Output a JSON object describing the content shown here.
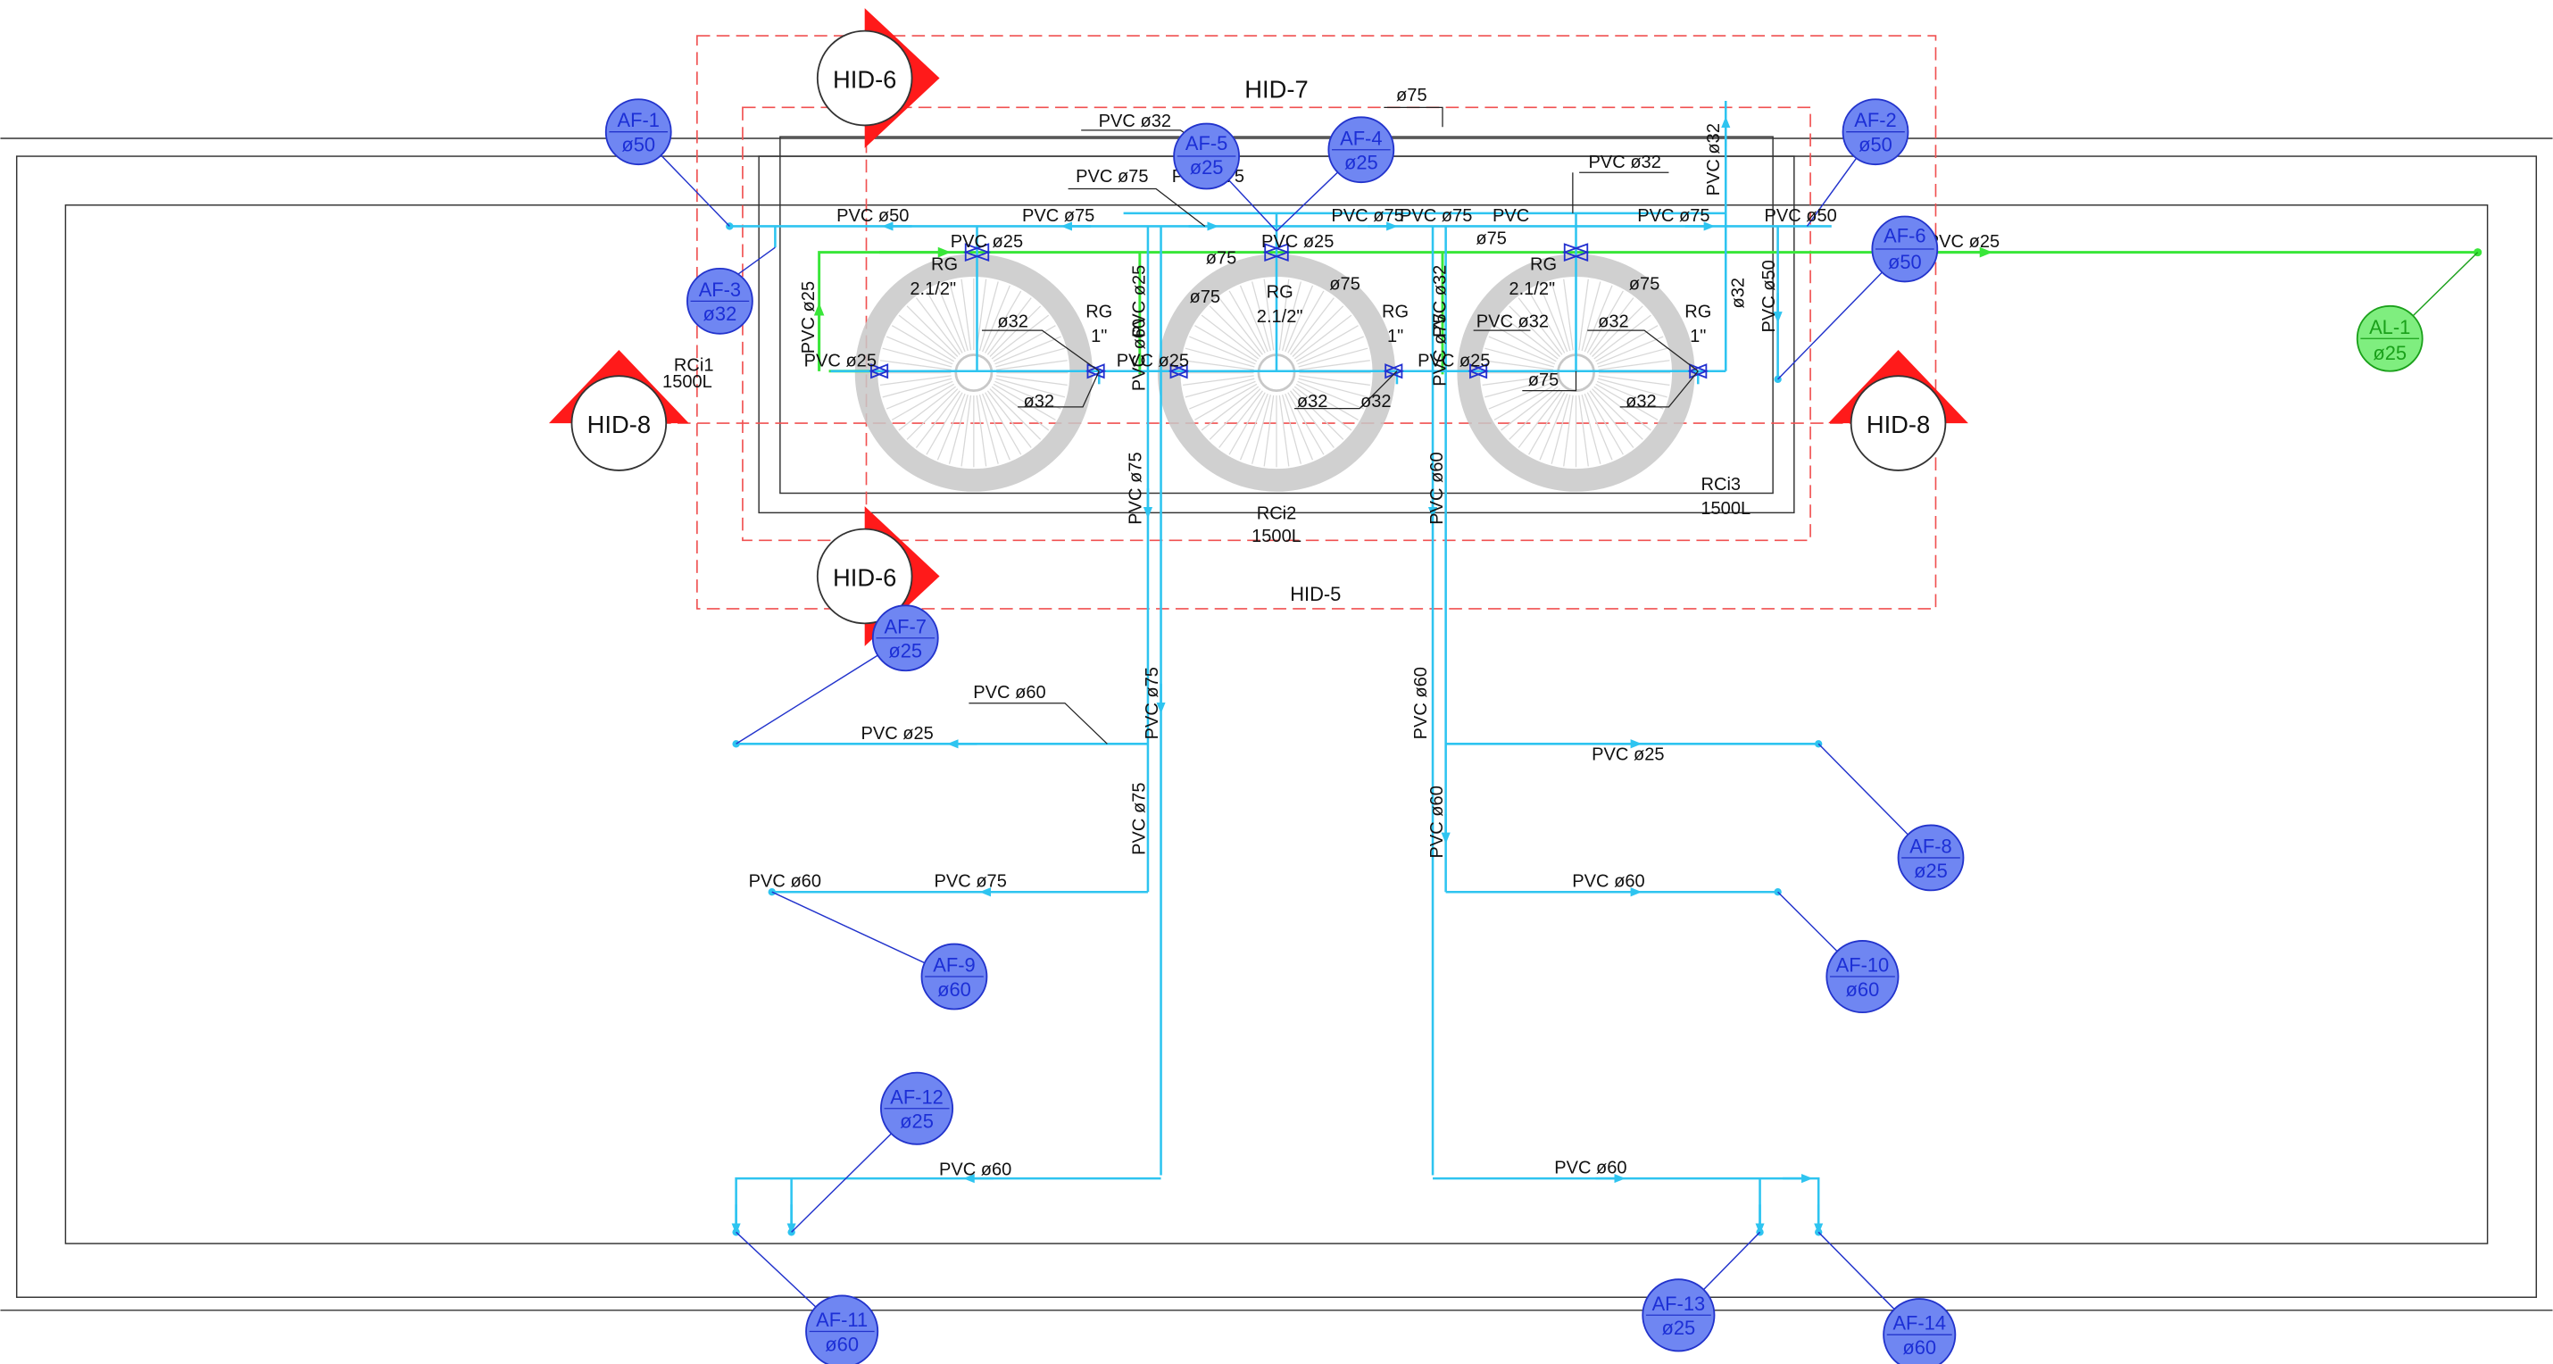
{
  "colors": {
    "pipe_cold": "#2ec4f0",
    "pipe_supply": "#39e639",
    "tag_blue_fill": "#6f86f2",
    "tag_blue_text": "#1c2fd6",
    "tag_green_fill": "#7fee7f",
    "tag_green_text": "#1aa01a",
    "section_mark": "#ff1a1a",
    "outline": "#333333",
    "dashed_zone": "#f05050",
    "fitting": "#2230d0",
    "tank": "#c8c8c8"
  },
  "icons": {
    "section_marker": "triangle-flag-icon",
    "valve": "valve-icon",
    "riser": "pipe-riser-icon"
  },
  "tags": [
    {
      "id": "AF-1",
      "dia": "ø50",
      "kind": "blue"
    },
    {
      "id": "AF-2",
      "dia": "ø50",
      "kind": "blue"
    },
    {
      "id": "AF-3",
      "dia": "ø32",
      "kind": "blue"
    },
    {
      "id": "AF-4",
      "dia": "ø25",
      "kind": "blue"
    },
    {
      "id": "AF-5",
      "dia": "ø25",
      "kind": "blue"
    },
    {
      "id": "AF-6",
      "dia": "ø50",
      "kind": "blue"
    },
    {
      "id": "AF-7",
      "dia": "ø25",
      "kind": "blue"
    },
    {
      "id": "AF-8",
      "dia": "ø25",
      "kind": "blue"
    },
    {
      "id": "AF-9",
      "dia": "ø60",
      "kind": "blue"
    },
    {
      "id": "AF-10",
      "dia": "ø60",
      "kind": "blue"
    },
    {
      "id": "AF-11",
      "dia": "ø60",
      "kind": "blue"
    },
    {
      "id": "AF-12",
      "dia": "ø25",
      "kind": "blue"
    },
    {
      "id": "AF-13",
      "dia": "ø25",
      "kind": "blue"
    },
    {
      "id": "AF-14",
      "dia": "ø60",
      "kind": "blue"
    },
    {
      "id": "AL-1",
      "dia": "ø25",
      "kind": "green"
    }
  ],
  "section_marks": [
    "HID-6",
    "HID-6",
    "HID-8",
    "HID-8"
  ],
  "zone_labels": {
    "hid7": "HID-7",
    "hid5": "HID-5"
  },
  "tanks": [
    {
      "name": "RCi1",
      "capacity": "1500L"
    },
    {
      "name": "RCi2",
      "capacity": "1500L"
    },
    {
      "name": "RCi3",
      "capacity": "1500L"
    }
  ],
  "pipe_labels": [
    "PVC  ø32",
    "PVC  ø75",
    "ø75",
    "PVC  ø32",
    "PVC  ø50",
    "PVC  ø75",
    "PVC  ø75",
    "PVC  ø75",
    "PVC  ø75",
    "PVC",
    "PVC  ø75",
    "PVC  ø50",
    "PVC  ø25",
    "PVC  ø25",
    "ø75",
    "ø75",
    "ø75",
    "ø75",
    "ø75",
    "ø32",
    "ø32",
    "ø32",
    "ø32",
    "PVC  ø32",
    "ø32",
    "ø32",
    "ø75",
    "ø32",
    "PVC  ø25",
    "PVC  ø25",
    "PVC  ø25",
    "PVC  ø60",
    "PVC  ø25",
    "PVC  ø25",
    "PVC  ø60",
    "PVC  ø75",
    "PVC  ø60",
    "PVC  ø60",
    "PVC  ø60",
    "PVC  ø25",
    "PVC  ø25",
    "PVC  ø32",
    "PVC  ø50",
    "PVC  ø32",
    "PVC  ø75",
    "PVC  ø60",
    "PVC  ø75",
    "PVC  ø60",
    "PVC  ø60",
    "PVC  ø60",
    "PVC  ø75",
    "PVC  ø75",
    "PVC  ø25"
  ],
  "valves": [
    {
      "type": "RG",
      "size": "2.1/2\""
    },
    {
      "type": "RG",
      "size": "1\""
    },
    {
      "type": "RG",
      "size": "2.1/2\""
    },
    {
      "type": "RG",
      "size": "1\""
    },
    {
      "type": "RG",
      "size": "2.1/2\""
    },
    {
      "type": "RG",
      "size": "1\""
    }
  ]
}
